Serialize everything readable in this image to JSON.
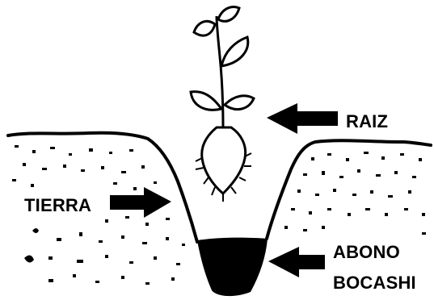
{
  "labels": {
    "raiz": "RAIZ",
    "tierra": "TIERRA",
    "abono_line1": "ABONO",
    "abono_line2": "BOCASHI"
  },
  "colors": {
    "ink": "#000000",
    "background": "#ffffff"
  }
}
